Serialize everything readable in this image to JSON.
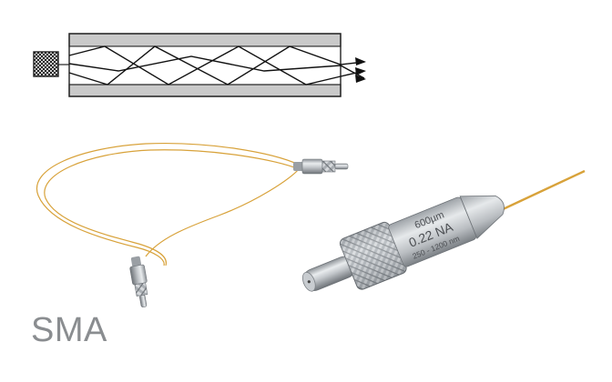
{
  "connector_label": "SMA",
  "engraving": {
    "core": "600µm",
    "na": "0.22 NA",
    "range": "250 - 1200 nm"
  },
  "colors": {
    "fiber": "#d8a23a",
    "cladding": "#c9c9c9",
    "steel": "#b7bcc1",
    "label": "#8a8d90"
  },
  "icons": [
    "fiber-cross-section-diagram",
    "fiber-source-icon",
    "patch-cable-illustration",
    "connector-closeup-illustration"
  ]
}
